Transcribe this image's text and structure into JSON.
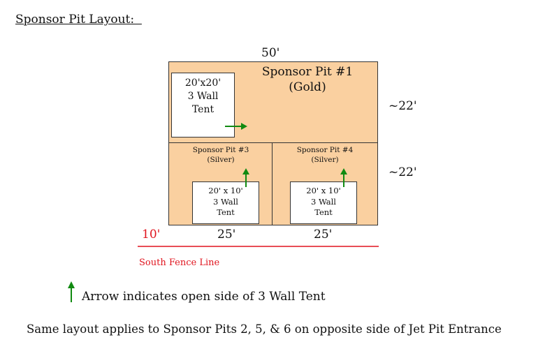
{
  "heading": "Sponsor Pit Layout:  ",
  "dimensions": {
    "top_width": "50'",
    "right_upper": "~22'",
    "right_lower": "~22'",
    "left_setback": "10'",
    "bottom_left": "25'",
    "bottom_right": "25'"
  },
  "pits": {
    "gold": {
      "line1": "Sponsor Pit #1",
      "line2": "(Gold)"
    },
    "silver_3": {
      "line1": "Sponsor Pit #3",
      "line2": "(Silver)"
    },
    "silver_4": {
      "line1": "Sponsor Pit #4",
      "line2": "(Silver)"
    }
  },
  "tents": {
    "gold": {
      "line1": "20'x20'",
      "line2": "3 Wall",
      "line3": "Tent"
    },
    "pit3": {
      "line1": "20' x 10'",
      "line2": "3 Wall",
      "line3": "Tent"
    },
    "pit4": {
      "line1": "20' x 10'",
      "line2": "3 Wall",
      "line3": "Tent"
    }
  },
  "fence_label": "South Fence Line",
  "legend_text": "Arrow indicates open side of 3 Wall Tent",
  "footer_note": "Same layout applies to Sponsor Pits 2, 5, & 6 on opposite side of Jet Pit Entrance",
  "colors": {
    "pit_fill": "#fad0a0",
    "arrow": "#118a11",
    "fence": "#e0141e"
  }
}
